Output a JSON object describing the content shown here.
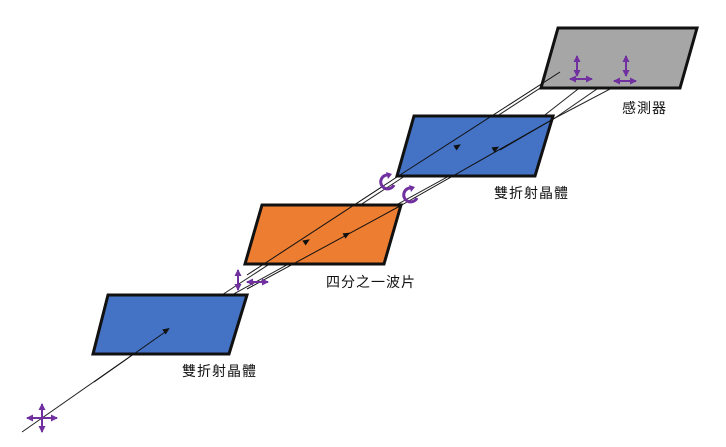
{
  "labels": {
    "sensor": "感測器",
    "crystal_top": "雙折射晶體",
    "wave_plate": "四分之一波片",
    "crystal_bottom": "雙折射晶體"
  },
  "colors": {
    "crystal": "#4472c4",
    "wave_plate": "#ed7d31",
    "sensor": "#a6a6a6",
    "outline": "#111111",
    "polarization_arrow": "#7030a0",
    "ray": "#222222"
  },
  "icons": {
    "unpolarized_light": "crossed-double-arrows-icon",
    "linear_polarization": "double-arrow-icon",
    "circular_polarization": "circular-arrow-icon",
    "ray_direction": "arrowhead-icon"
  }
}
